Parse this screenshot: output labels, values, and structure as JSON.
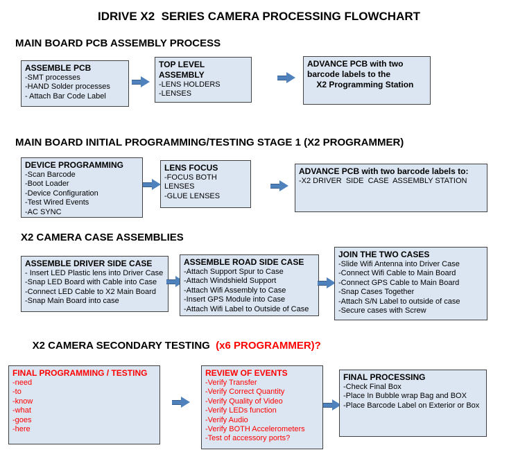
{
  "title": "IDRIVE X2  SERIES CAMERA PROCESSING FLOWCHART",
  "colors": {
    "box_fill": "#dce6f2",
    "box_border": "#404040",
    "arrow": "#4f81bd",
    "alert_red": "#ff0000"
  },
  "sections": [
    {
      "header": "MAIN BOARD PCB ASSEMBLY PROCESS",
      "boxes": [
        {
          "title": "ASSEMBLE PCB",
          "items": [
            "-SMT processes",
            "-HAND Solder processes",
            "- Attach Bar Code Label"
          ]
        },
        {
          "title": "TOP LEVEL ASSEMBLY",
          "items": [
            "-LENS HOLDERS",
            "-LENSES"
          ]
        },
        {
          "title": "ADVANCE PCB with two\nbarcode labels to the\n    X2 Programming Station",
          "items": []
        }
      ]
    },
    {
      "header": "MAIN BOARD INITIAL PROGRAMMING/TESTING STAGE 1 (X2 PROGRAMMER)",
      "boxes": [
        {
          "title": "DEVICE PROGRAMMING",
          "items": [
            "-Scan Barcode",
            "-Boot Loader",
            "-Device Configuration",
            "-Test Wired Events",
            "-AC SYNC"
          ]
        },
        {
          "title": "LENS FOCUS",
          "items": [
            "-FOCUS BOTH LENSES",
            "-GLUE LENSES"
          ]
        },
        {
          "title": "ADVANCE PCB with two barcode labels to:",
          "items": [
            "-X2 DRIVER  SIDE  CASE  ASSEMBLY STATION"
          ]
        }
      ]
    },
    {
      "header": "X2 CAMERA CASE ASSEMBLIES",
      "boxes": [
        {
          "title": "ASSEMBLE DRIVER SIDE CASE",
          "items": [
            "- Insert LED Plastic lens into Driver Case",
            "-Snap LED Board with Cable into Case",
            "-Connect LED Cable to X2 Main Board",
            "-Snap Main Board into case"
          ]
        },
        {
          "title": "ASSEMBLE ROAD SIDE CASE",
          "items": [
            "-Attach Support Spur to Case",
            "-Attach Windshield Support",
            "-Attach Wifi Assembly to Case",
            "-Insert GPS Module into Case",
            "-Attach Wifi Label to Outside of Case"
          ]
        },
        {
          "title": "JOIN THE TWO CASES",
          "items": [
            "-Slide Wifi Antenna into Driver Case",
            "-Connect Wifi Cable to Main Board",
            "-Connect GPS Cable to Main Board",
            "-Snap Cases Together",
            "-Attach S/N Label to outside of case",
            "-Secure cases with Screw"
          ]
        }
      ]
    },
    {
      "header": "X2 CAMERA SECONDARY TESTING ",
      "header_red": " (x6 PROGRAMMER)?",
      "boxes": [
        {
          "title": "FINAL PROGRAMMING / TESTING",
          "items": [
            "-need",
            "-to",
            "-know",
            "-what",
            "-goes",
            "-here"
          ]
        },
        {
          "title": "REVIEW OF EVENTS",
          "items": [
            "-Verify Transfer",
            "-Verify Correct Quantity",
            "-Verify Quality of Video",
            "-Verify LEDs function",
            "-Verify Audio",
            "-Verify BOTH Accelerometers",
            "-Test of accessory ports?"
          ]
        },
        {
          "title": "FINAL PROCESSING",
          "items": [
            "-Check Final Box",
            "-Place In Bubble wrap Bag and BOX",
            "-Place Barcode Label on Exterior or Box"
          ]
        }
      ]
    }
  ]
}
